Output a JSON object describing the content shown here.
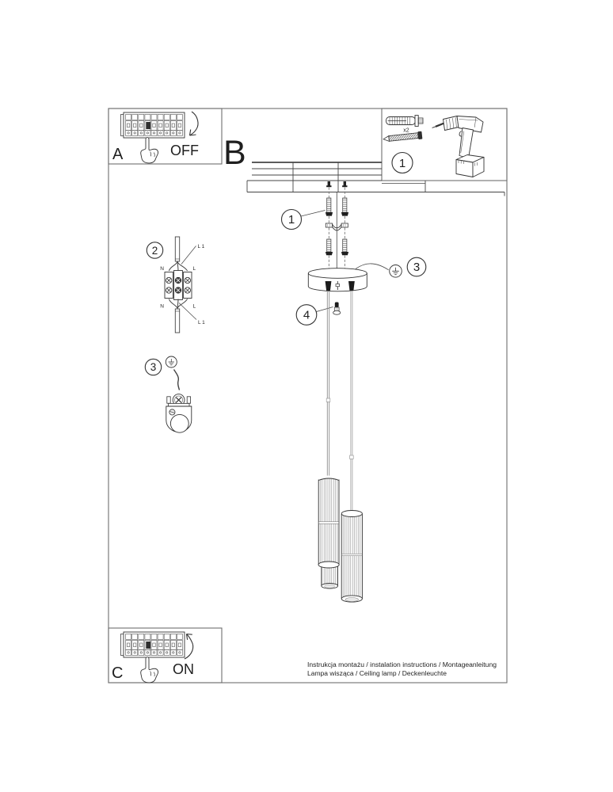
{
  "sheet": {
    "panels": {
      "a": {
        "label": "A",
        "action": "OFF"
      },
      "b": {
        "label": "B"
      },
      "c": {
        "label": "C",
        "action": "ON"
      }
    },
    "parts_box": {
      "step": "1",
      "plug_count": "x2"
    },
    "step_badges": {
      "screws": "1",
      "wiring": "2",
      "ground_side": "3",
      "ground_canopy": "3",
      "cord_grip": "4"
    },
    "wiring_labels": {
      "top_left": "N",
      "top_right": "L",
      "bottom_left": "N",
      "bottom_right": "L",
      "live_top": "L 1",
      "live_bottom": "L 1"
    },
    "footer": {
      "line1": "Instrukcja montażu / instalation instructions / Montageanleitung",
      "line2": "Lampa wisząca / Ceiling lamp / Deckenleuchte"
    },
    "colors": {
      "ink": "#2f2f2f",
      "frame": "#6f6f6f",
      "paper": "#ffffff",
      "cable": "#8c8c8c"
    }
  }
}
